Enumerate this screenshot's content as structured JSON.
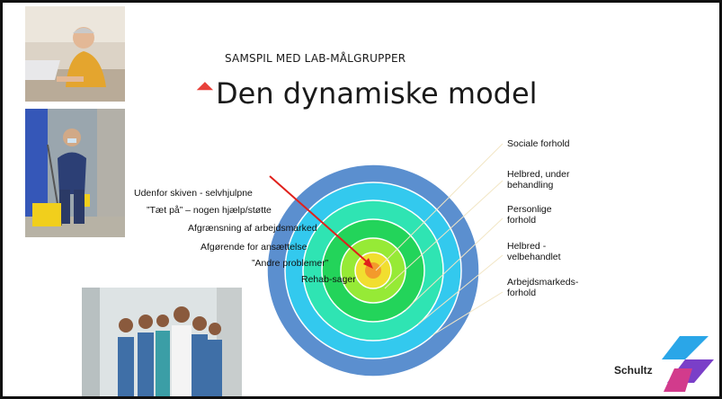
{
  "slide": {
    "subtitle": "SAMSPIL MED LAB-MÅLGRUPPER",
    "title": "Den dynamiske model"
  },
  "target": {
    "left_labels": [
      "Udenfor skiven - selvhjulpne",
      "”Tæt på” – nogen hjælp/støtte",
      "Afgrænsning af arbejdsmarked",
      "Afgørende for ansættelse",
      "”Andre problemer”",
      "Rehab-sager"
    ],
    "right_labels": [
      "Sociale forhold",
      "Helbred, under behandling",
      "Personlige forhold",
      "Helbred - velbehandlet",
      "Arbejdsmarkeds-forhold"
    ],
    "ring_colors": [
      "#5b8fcf",
      "#33c9ee",
      "#2fe4b3",
      "#23d45a",
      "#96ea36",
      "#f1de2f"
    ],
    "bullseye_color": "#f39a2b",
    "arrow_color": "#e0201b"
  },
  "logo": {
    "text": "Schultz"
  }
}
